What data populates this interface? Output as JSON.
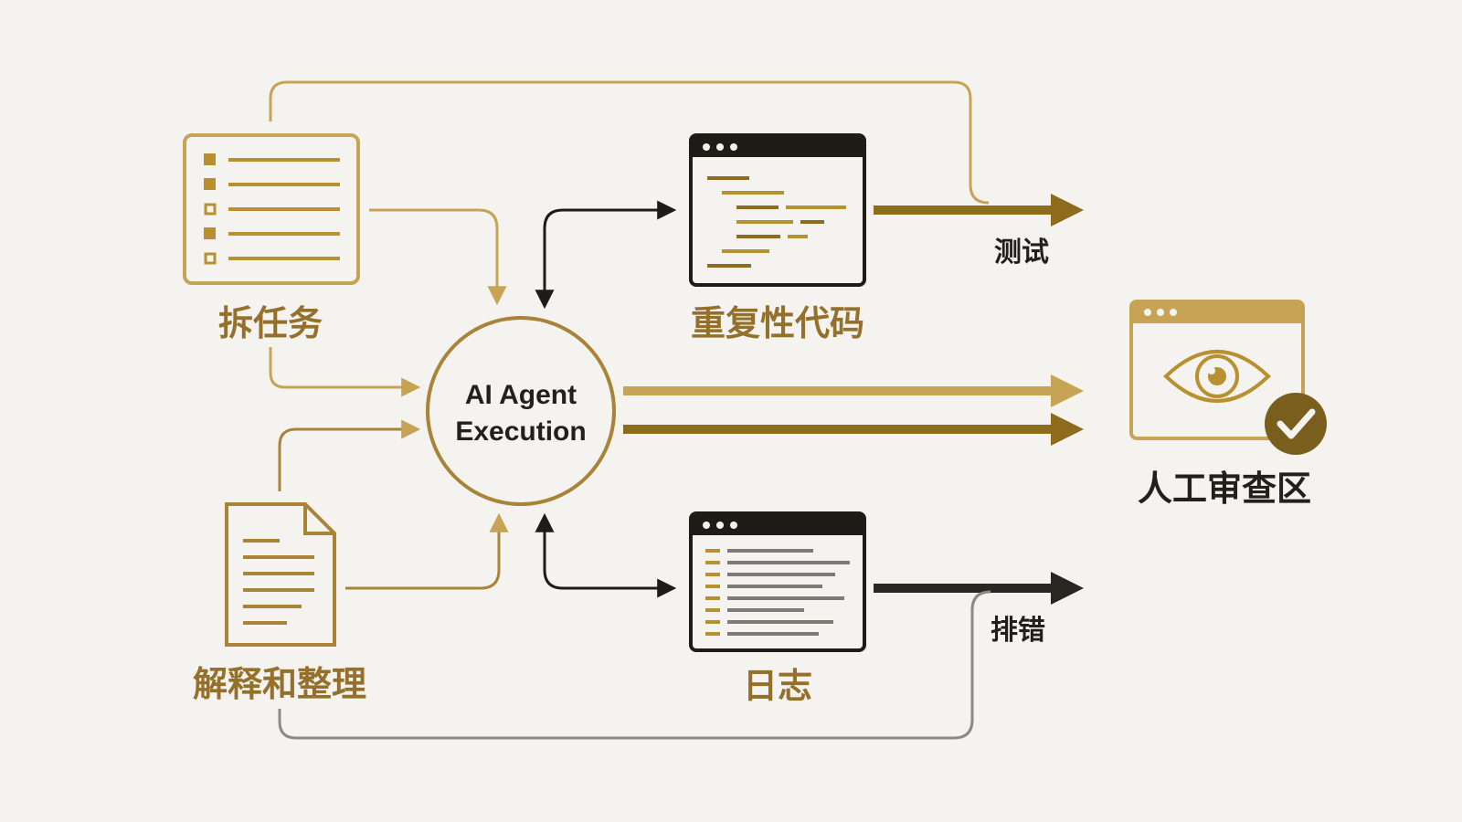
{
  "colors": {
    "background": "#f4f3ef",
    "gold": "#c6a355",
    "gold_dark": "#8f6c1d",
    "gold_text": "#94702a",
    "dark": "#1f1c18",
    "dark_text": "#231f1a",
    "gray_line": "#8d8a84",
    "code_line_light": "#b8902f",
    "log_line_gray": "#7d7a74",
    "check_badge": "#7a5e1e"
  },
  "center": {
    "line1": "AI Agent",
    "line2": "Execution"
  },
  "nodes": {
    "tasks": {
      "label": "拆任务",
      "icon": "checklist-icon"
    },
    "explain": {
      "label": "解释和整理",
      "icon": "document-icon"
    },
    "code": {
      "label": "重复性代码",
      "icon": "code-window-icon"
    },
    "logs": {
      "label": "日志",
      "icon": "log-window-icon"
    },
    "review": {
      "label": "人工审查区",
      "icon": "eye-window-icon"
    }
  },
  "outputs": {
    "test": "测试",
    "debug": "排错"
  }
}
